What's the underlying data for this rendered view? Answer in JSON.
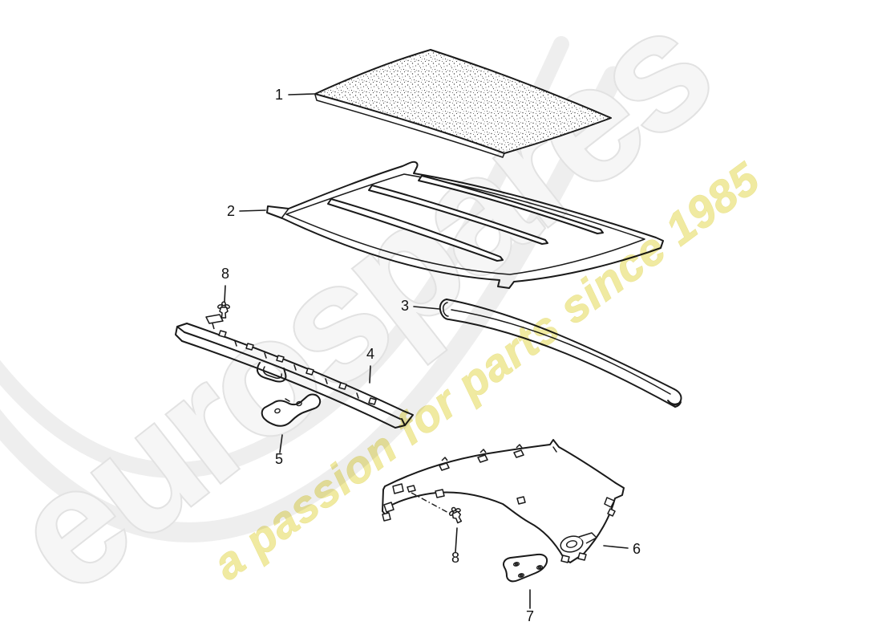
{
  "diagram": {
    "type": "exploded-parts-diagram",
    "background": "#ffffff",
    "line_color": "#1a1a1a",
    "part_labels": [
      {
        "text": "1"
      },
      {
        "text": "2"
      },
      {
        "text": "3"
      },
      {
        "text": "4"
      },
      {
        "text": "5"
      },
      {
        "text": "6"
      },
      {
        "text": "7"
      },
      {
        "text": "8"
      },
      {
        "text": "8"
      }
    ],
    "watermark": {
      "brand": "eurospares",
      "tagline": "a passion for parts since 1985",
      "brand_fill": "#f6f6f6",
      "tagline_fill": "#ede58a",
      "swoosh_color": "#ececec"
    }
  }
}
